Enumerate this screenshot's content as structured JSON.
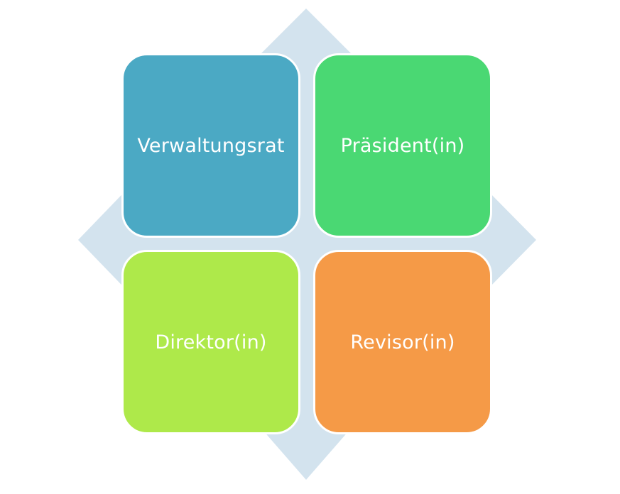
{
  "colors": {
    "diamond": "#d3e3ee",
    "tile_text": "#ffffff",
    "tile_border": "#ffffff"
  },
  "quadrants": [
    {
      "label": "Verwaltungsrat",
      "color": "#4ba9c4"
    },
    {
      "label": "Präsident(in)",
      "color": "#4ad873"
    },
    {
      "label": "Direktor(in)",
      "color": "#aee94a"
    },
    {
      "label": "Revisor(in)",
      "color": "#f59a47"
    }
  ]
}
